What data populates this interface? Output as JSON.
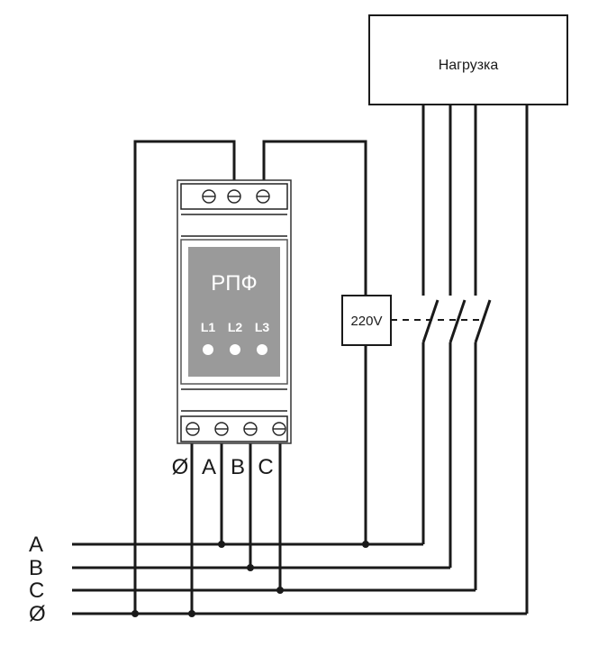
{
  "load": {
    "label": "Нагрузка"
  },
  "device": {
    "name": "РПФ",
    "indicators": [
      "L1",
      "L2",
      "L3"
    ],
    "bottom_terminals": [
      "Ø",
      "A",
      "B",
      "C"
    ]
  },
  "coil": {
    "label": "220V"
  },
  "bus_lines": [
    "A",
    "B",
    "C",
    "Ø"
  ]
}
